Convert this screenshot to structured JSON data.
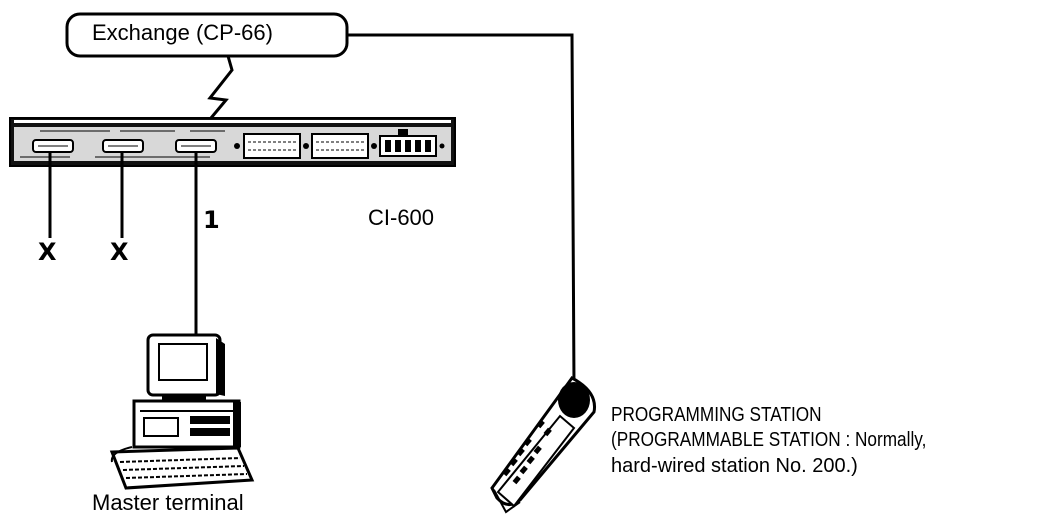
{
  "diagram": {
    "exchange_label": "Exchange (CP-66)",
    "interface_label": "CI-600",
    "port_marks": [
      "X",
      "X",
      "1"
    ],
    "terminal_label": "Master terminal",
    "programming_station": {
      "line1": "PROGRAMMING STATION",
      "line2": "(PROGRAMMABLE STATION : Normally,",
      "line3": "hard-wired station No. 200.)"
    }
  }
}
